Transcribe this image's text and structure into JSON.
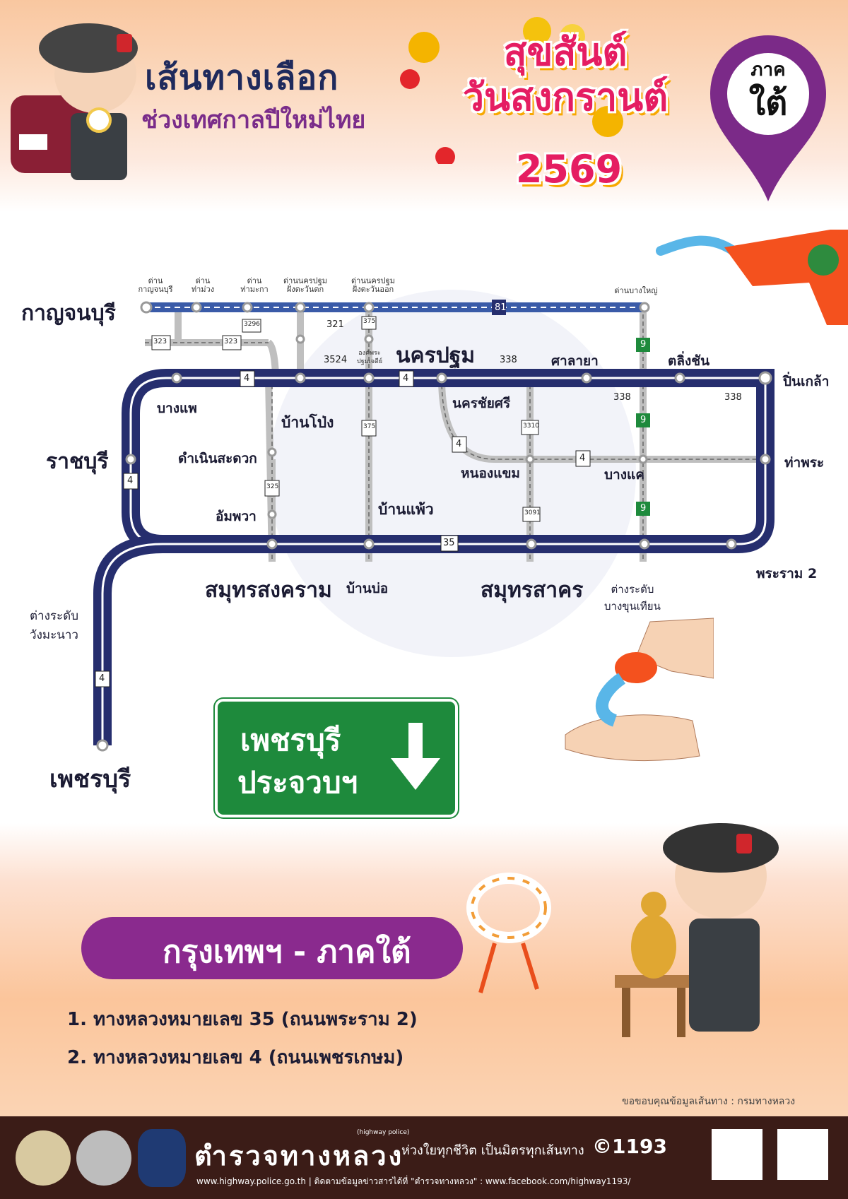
{
  "header": {
    "title": "เส้นทางเลือก",
    "subtitle": "ช่วงเทศกาลปีใหม่ไทย",
    "festival_line1": "สุขสันต์",
    "festival_line2": "วันสงกรานต์",
    "festival_year": "2569",
    "region_pin_top": "ภาค",
    "region_pin_main": "ใต้"
  },
  "map": {
    "provinces": {
      "kanchanaburi": "กาญจนบุรี",
      "nakhon_pathom": "นครปฐม",
      "ratchaburi": "ราชบุรี",
      "samut_songkhram": "สมุทรสงคราม",
      "samut_sakhon": "สมุทรสาคร",
      "phetchaburi": "เพชรบุรี"
    },
    "places": {
      "pinklao": "ปิ่นเกล้า",
      "tha_phra": "ท่าพระ",
      "rama2": "พระราม 2",
      "bang_phae": "บางแพ",
      "ban_pong": "บ้านโป่ง",
      "damnoen": "ดำเนินสะดวก",
      "amphawa": "อัมพวา",
      "nakhon_chai_si": "นครชัยศรี",
      "nong_khaem": "หนองแขม",
      "bang_khae": "บางแค",
      "ban_phaeo": "บ้านแพ้ว",
      "ban_bo": "บ้านบ่อ",
      "sala_ya": "ศาลายา",
      "taling_chan": "ตลิ่งชัน",
      "wang_manao_1": "ต่างระดับ",
      "wang_manao_2": "วังมะนาว",
      "bang_khun_thian_1": "ต่างระดับ",
      "bang_khun_thian_2": "บางขุนเทียน"
    },
    "tollgates": [
      {
        "l1": "ด่าน",
        "l2": "กาญจนบุรี"
      },
      {
        "l1": "ด่าน",
        "l2": "ท่าม่วง"
      },
      {
        "l1": "ด่าน",
        "l2": "ท่ามะกา"
      },
      {
        "l1": "ด่านนครปฐม",
        "l2": "ฝั่งตะวันตก"
      },
      {
        "l1": "ด่านนครปฐม",
        "l2": "ฝั่งตะวันออก"
      },
      {
        "l1": "ด่านบางใหญ่",
        "l2": ""
      }
    ],
    "road_numbers": {
      "r321": "321",
      "r3524": "3524",
      "r338_a": "338",
      "r338_b": "338",
      "r338_c": "338",
      "onkhara": "องค์พระ",
      "onkhara2": "ปฐมเจดีย์"
    },
    "shields": {
      "s81": "81",
      "s4a": "4",
      "s4b": "4",
      "s4c": "4",
      "s4d": "4",
      "s4e": "4",
      "s4f": "4",
      "s35": "35",
      "s323a": "323",
      "s323b": "323",
      "s3296": "3296",
      "s375a": "375",
      "s375b": "375",
      "s325": "325",
      "s3310": "3310",
      "s3091": "3091",
      "s9a": "9",
      "s9b": "9",
      "s9c": "9"
    },
    "sign_line1": "เพชรบุรี",
    "sign_line2": "ประจวบฯ"
  },
  "routes": {
    "banner": "กรุงเทพฯ - ภาคใต้",
    "items": [
      "1. ทางหลวงหมายเลข 35 (ถนนพระราม 2)",
      "2. ทางหลวงหมายเลข 4 (ถนนเพชรเกษม)"
    ],
    "credit": "ขอขอบคุณข้อมูลเส้นทาง : กรมทางหลวง"
  },
  "footer": {
    "org_name": "ตำรวจทางหลวง",
    "org_eng": "(highway police)",
    "slogan": "ห่วงใยทุกชีวิต เป็นมิตรทุกเส้นทาง",
    "phone": "©1193",
    "links": "www.highway.police.go.th | ติดตามข้อมูลข่าวสารได้ที่   \"ตำรวจทางหลวง\" : www.facebook.com/highway1193/"
  },
  "colors": {
    "route_navy": "#262e6e",
    "purple": "#8a2a8e",
    "green_sign": "#1e8a3c",
    "festival_pink": "#e51d62",
    "footer_brown": "#3b1c17"
  }
}
